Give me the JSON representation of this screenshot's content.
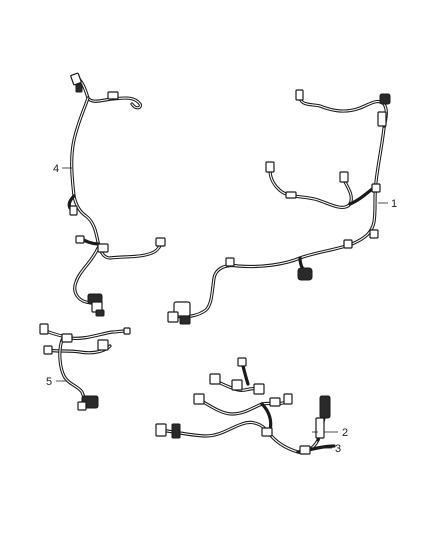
{
  "callouts": {
    "c1": "1",
    "c2": "2",
    "c3": "3",
    "c4": "4",
    "c5": "5"
  },
  "colors": {
    "wire": "#1a1a1a",
    "background": "#ffffff"
  }
}
